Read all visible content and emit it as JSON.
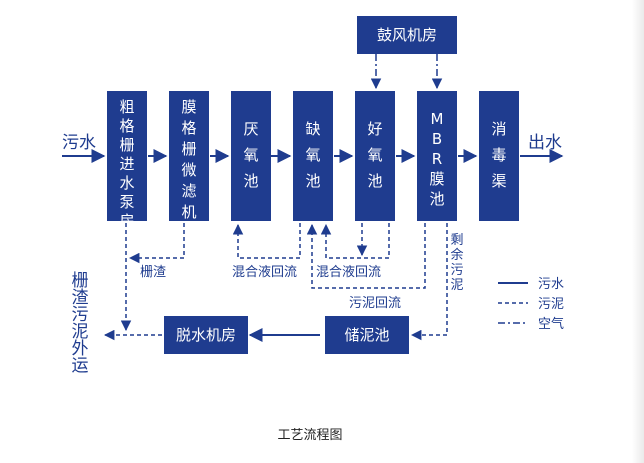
{
  "units": {
    "u1": "粗格栅进水泵房",
    "u2": "膜格栅微滤机",
    "u3": "厌氧池",
    "u4": "缺氧池",
    "u5": "好氧池",
    "u6": "MBR膜池",
    "u7": "消毒渠",
    "blower": "鼓风机房",
    "storage": "储泥池",
    "dewater": "脱水机房"
  },
  "io": {
    "inflow": "污水",
    "outflow": "出水"
  },
  "labels": {
    "screenings": "栅渣",
    "mixed_return_1": "混合液回流",
    "mixed_return_2": "混合液回流",
    "sludge_return": "污泥回流",
    "excess_sludge": "剩余污泥",
    "haul_out": "栅渣污泥外运"
  },
  "legend": {
    "sewage": "污水",
    "sludge": "污泥",
    "air": "空气"
  },
  "caption": "工艺流程图",
  "colors": {
    "brand": "#1f3c8f"
  }
}
